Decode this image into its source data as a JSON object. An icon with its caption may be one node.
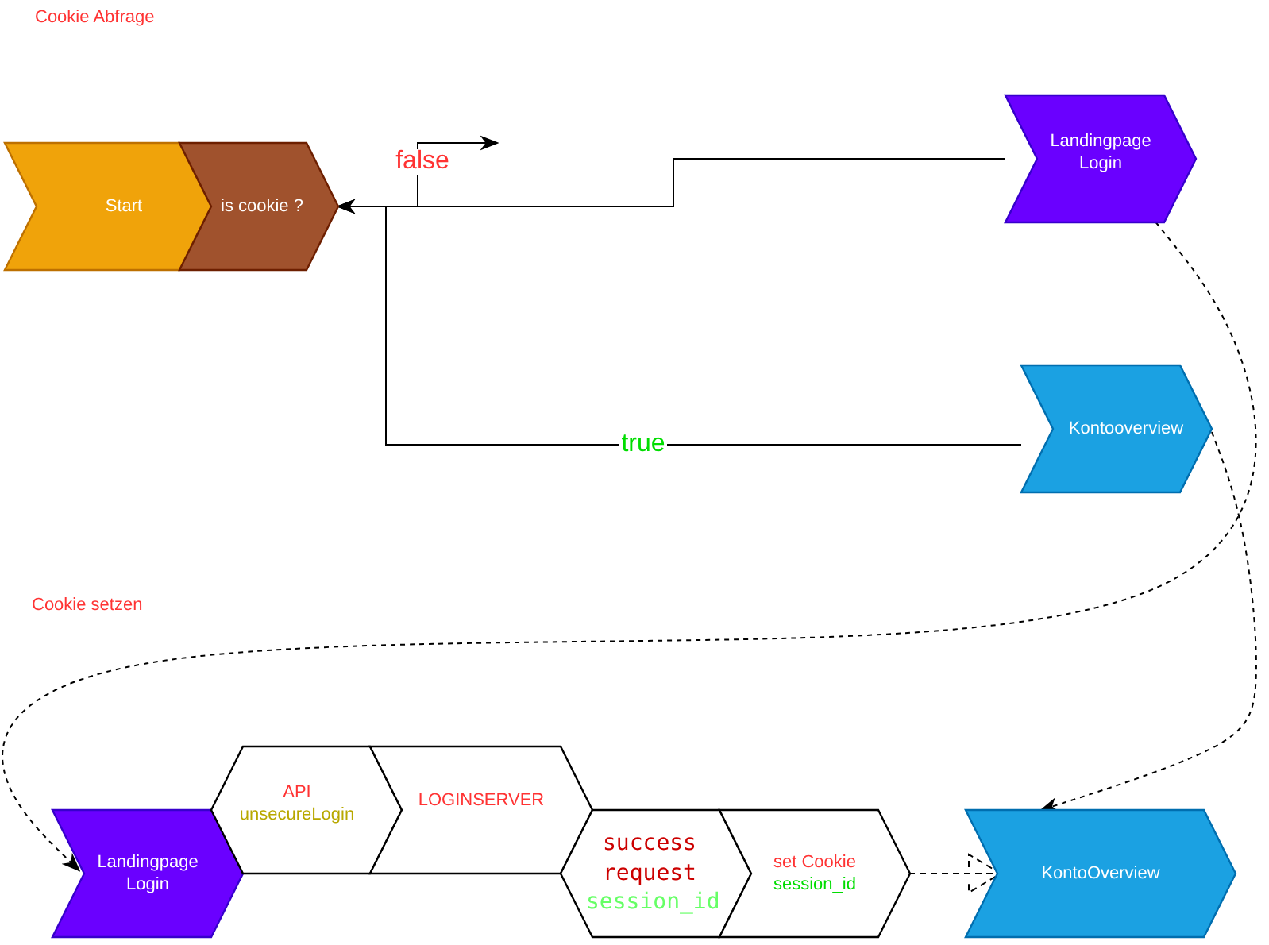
{
  "diagram": {
    "nodes": [
      {
        "text": [
          "Start"
        ]
      },
      {
        "text": [
          "is cookie ?"
        ]
      },
      {
        "text": [
          "Landingpage Login"
        ]
      },
      {
        "text": [
          "Kontooverview"
        ]
      },
      {
        "text": [
          "Landingpage Login"
        ]
      },
      {
        "text": [
          "API",
          "unsecureLogin"
        ]
      },
      {
        "text": [
          "LOGINSERVER"
        ]
      },
      {
        "text": [
          "success request",
          "session_id"
        ]
      },
      {
        "text": [
          "set Cookie",
          "session_id"
        ]
      },
      {
        "text": [
          "KontoOverview"
        ]
      }
    ],
    "edges": [
      {
        "from": 2,
        "to": 1,
        "arrow": "to"
      },
      {
        "from": 3,
        "to": 1,
        "arrow": "to",
        "label": "true"
      },
      {
        "from": 1,
        "to": null,
        "arrow": "to",
        "label": "false"
      },
      {
        "from": 2,
        "to": 4,
        "arrow": "to",
        "style": "dashed"
      },
      {
        "from": 3,
        "to": 9,
        "arrow": "to",
        "style": "dashed"
      },
      {
        "from": 8,
        "to": 9,
        "arrow": "to",
        "style": "dashed"
      }
    ],
    "labels": [
      "Cookie Abfrage",
      "Cookie setzen"
    ]
  }
}
